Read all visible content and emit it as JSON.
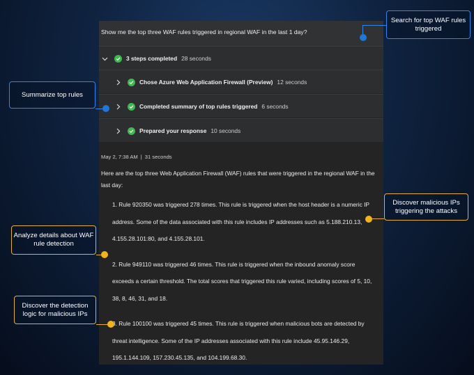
{
  "prompt": "Show me the top three WAF rules triggered in regional WAF in the last 1 day?",
  "summary": {
    "label": "3 steps completed",
    "time": "28 seconds"
  },
  "steps": [
    {
      "label": "Chose Azure Web Application Firewall (Preview)",
      "time": "12 seconds"
    },
    {
      "label": "Completed summary of top rules triggered",
      "time": "6 seconds"
    },
    {
      "label": "Prepared your response",
      "time": "10 seconds"
    }
  ],
  "response": {
    "timestamp": "May 2, 7:38 AM",
    "separator": "|",
    "duration": "31 seconds",
    "intro": "Here are the top three Web Application Firewall (WAF) rules that were triggered in the regional WAF in the last day:",
    "rules": [
      "1. Rule 920350 was triggered 278 times. This rule is triggered when the host header is a numeric IP address. Some of the data associated with this rule includes IP addresses such as 5.188.210.13, 4.155.28.101:80, and 4.155.28.101.",
      "2. Rule 949110 was triggered 46 times. This rule is triggered when the inbound anomaly score exceeds a certain threshold. The total scores that triggered this rule varied, including scores of 5, 10, 38, 8, 46, 31, and 18.",
      "3. Rule 100100 was triggered 45 times. This rule is triggered when malicious bots are detected by threat intelligence. Some of the IP addresses associated with this rule include 45.95.146.29, 195.1.144.109, 157.230.45.135, and 104.199.68.30."
    ]
  },
  "callouts": {
    "search": "Search for top WAF rules triggered",
    "summarize": "Summarize top rules",
    "malicious": "Discover malicious IPs triggering the attacks",
    "analyze": "Analyze details about WAF rule detection",
    "detection": "Discover the detection logic for malicious IPs"
  },
  "colors": {
    "accent_blue": "#2f86e6",
    "accent_gold": "#e5b034",
    "check_green": "#3fb950",
    "panel": "#242424"
  },
  "icons": [
    "chevron-down-icon",
    "chevron-right-icon",
    "check-circle-icon"
  ]
}
